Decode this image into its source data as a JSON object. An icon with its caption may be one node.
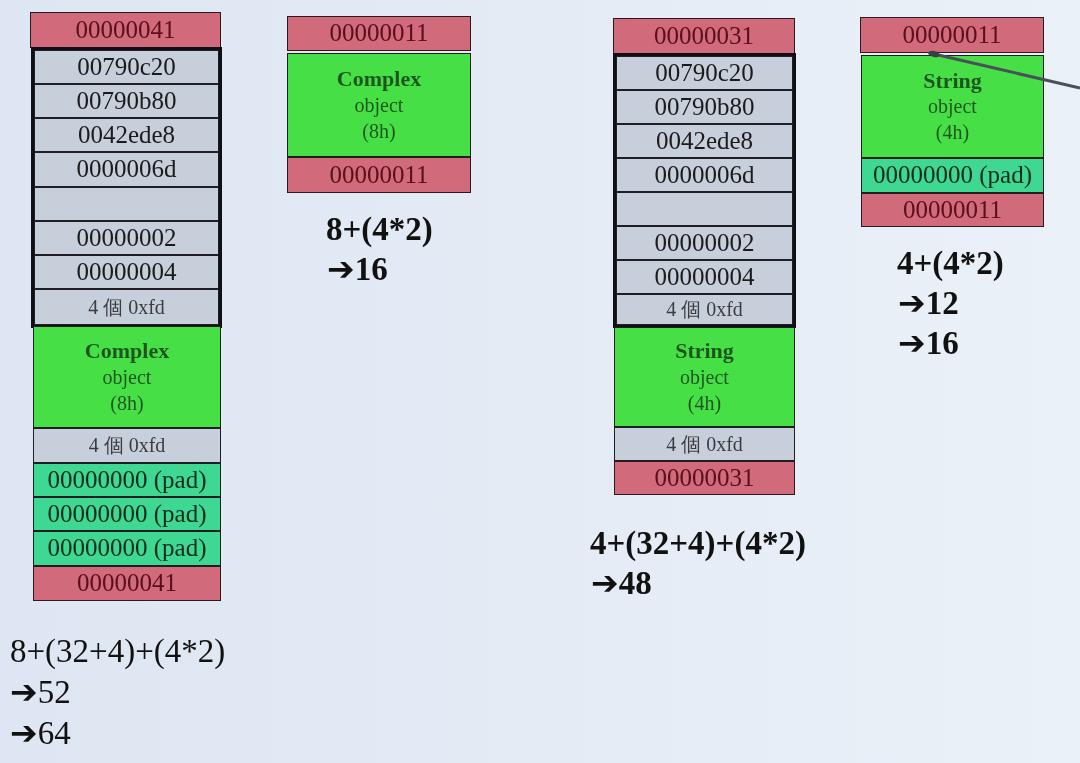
{
  "diagram": {
    "nodes": [
      {
        "text": [
          "00000041"
        ]
      },
      {
        "text": [],
        "shape": "box"
      },
      {
        "text": [
          "00790c20"
        ],
        "in": 1
      },
      {
        "text": [
          "00790b80"
        ],
        "in": 1
      },
      {
        "text": [
          "0042ede8"
        ],
        "in": 1
      },
      {
        "text": [
          "0000006d"
        ],
        "in": 1
      },
      {
        "text": [],
        "shape": "box",
        "in": 1
      },
      {
        "text": [
          "00000002"
        ],
        "in": 1
      },
      {
        "text": [
          "00000004"
        ],
        "in": 1
      },
      {
        "text": [
          "4 個 0xfd"
        ],
        "in": 1
      },
      {
        "text": [
          "Complex",
          "object (8h)"
        ]
      },
      {
        "text": [
          "4 個 0xfd"
        ]
      },
      {
        "text": [
          "00000000 (pad)"
        ]
      },
      {
        "text": [
          "00000000 (pad)"
        ]
      },
      {
        "text": [
          "00000000 (pad)"
        ]
      },
      {
        "text": [
          "00000041"
        ]
      },
      {
        "text": [
          "00000011"
        ]
      },
      {
        "text": [
          "Complex",
          "object (8h)"
        ]
      },
      {
        "text": [
          "00000011"
        ]
      },
      {
        "text": [
          "00000031"
        ]
      },
      {
        "text": [],
        "shape": "box"
      },
      {
        "text": [
          "00790c20"
        ],
        "in": 20
      },
      {
        "text": [
          "00790b80"
        ],
        "in": 20
      },
      {
        "text": [
          "0042ede8"
        ],
        "in": 20
      },
      {
        "text": [
          "0000006d"
        ],
        "in": 20
      },
      {
        "text": [],
        "shape": "box",
        "in": 20
      },
      {
        "text": [
          "00000002"
        ],
        "in": 20
      },
      {
        "text": [
          "00000004"
        ],
        "in": 20
      },
      {
        "text": [
          "4 個 0xfd"
        ],
        "in": 20
      },
      {
        "text": [
          "String",
          "object (4h)"
        ]
      },
      {
        "text": [
          "4 個 0xfd"
        ]
      },
      {
        "text": [
          "00000031"
        ]
      },
      {
        "text": [
          "00000011"
        ]
      },
      {
        "text": [
          "String",
          "object (4h)"
        ]
      },
      {
        "text": [
          "00000000 (pad)"
        ]
      },
      {
        "text": [
          "00000011"
        ]
      }
    ],
    "labels": [
      "8+(32+4)+(4*2)",
      "➔52",
      "➔64",
      "8+(4*2)",
      "➔16",
      "4+(32+4)+(4*2)",
      "➔48",
      "4+(4*2)",
      "➔12",
      "➔16"
    ]
  }
}
